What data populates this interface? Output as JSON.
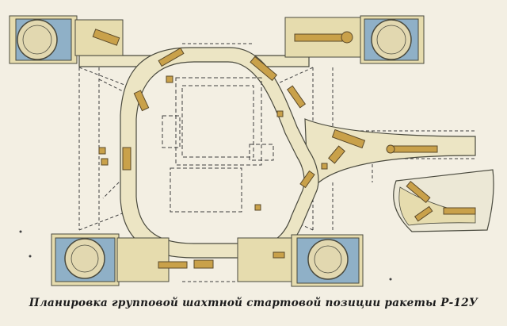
{
  "caption": "Планировка групповой шахтной стартовой позиции ракеты Р-12У",
  "colors": {
    "paper": "#f3efe3",
    "road": "#ece5c4",
    "outline": "#4a4a3e",
    "pad": "#e6dcae",
    "silo_ring": "#8fb0c7",
    "silo_core": "#e2d8b0",
    "vehicle": "#c9a14a",
    "vehicle_dark": "#5b4a2a",
    "dashed": "#3f3f3f",
    "inset": "#ece8d6"
  },
  "elements": {
    "silo_count": 4,
    "road_type": "loop road with branch spur",
    "inset": "enlarged vehicle turnaround"
  }
}
